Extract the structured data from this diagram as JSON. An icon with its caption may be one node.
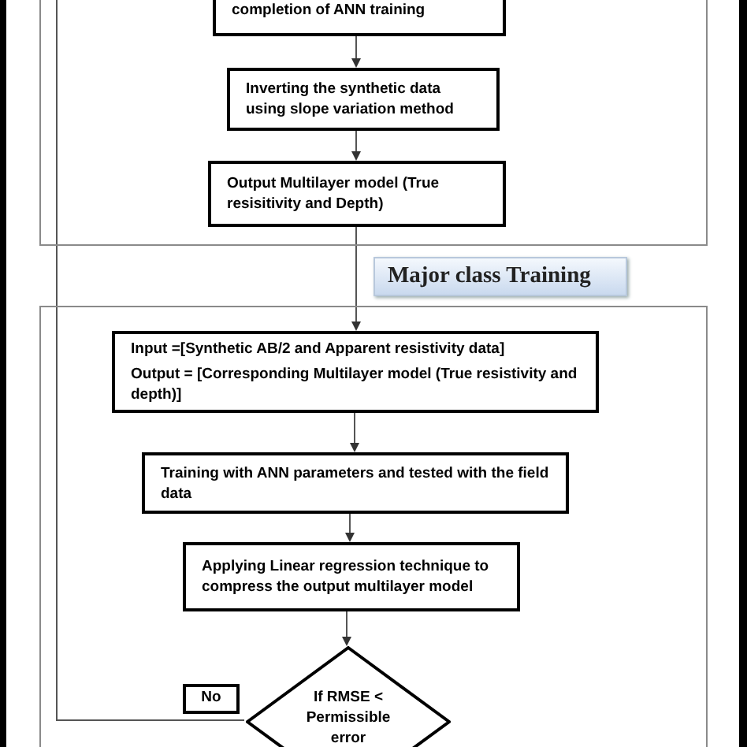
{
  "diagram": {
    "nodes": [
      {
        "text": [],
        "shape": "box"
      },
      {
        "text": [
          "completion of ANN training"
        ],
        "in": 0
      },
      {
        "text": [
          "Inverting the synthetic data using slope variation method"
        ],
        "in": 0
      },
      {
        "text": [
          "Output Multilayer model (True resisitivity and Depth)"
        ],
        "in": 0
      },
      {
        "text": [
          "Major class Training"
        ]
      },
      {
        "text": [],
        "shape": "box"
      },
      {
        "text": [
          "Input =[Synthetic AB/2 and Apparent resistivity data]",
          "Output = [Corresponding Multilayer model  (True resistivity and depth)]"
        ],
        "in": 5
      },
      {
        "text": [
          "Training with ANN parameters and tested with the field data"
        ],
        "in": 5
      },
      {
        "text": [
          "Applying Linear regression technique to compress the output multilayer model"
        ],
        "in": 5
      },
      {
        "text": [
          "No"
        ],
        "in": 5
      },
      {
        "text": [
          "If RMSE < Permissible error"
        ],
        "in": 5
      }
    ],
    "edges": [
      {
        "from": 1,
        "to": 2,
        "arrow": "to"
      },
      {
        "from": 2,
        "to": 3,
        "arrow": "to"
      },
      {
        "from": 3,
        "to": 6,
        "arrow": "to"
      },
      {
        "from": 6,
        "to": 7,
        "arrow": "to"
      },
      {
        "from": 7,
        "to": 8,
        "arrow": "to"
      },
      {
        "from": 8,
        "to": 10,
        "arrow": "to"
      },
      {
        "from": 10,
        "to": 0,
        "arrow": "none"
      }
    ]
  }
}
